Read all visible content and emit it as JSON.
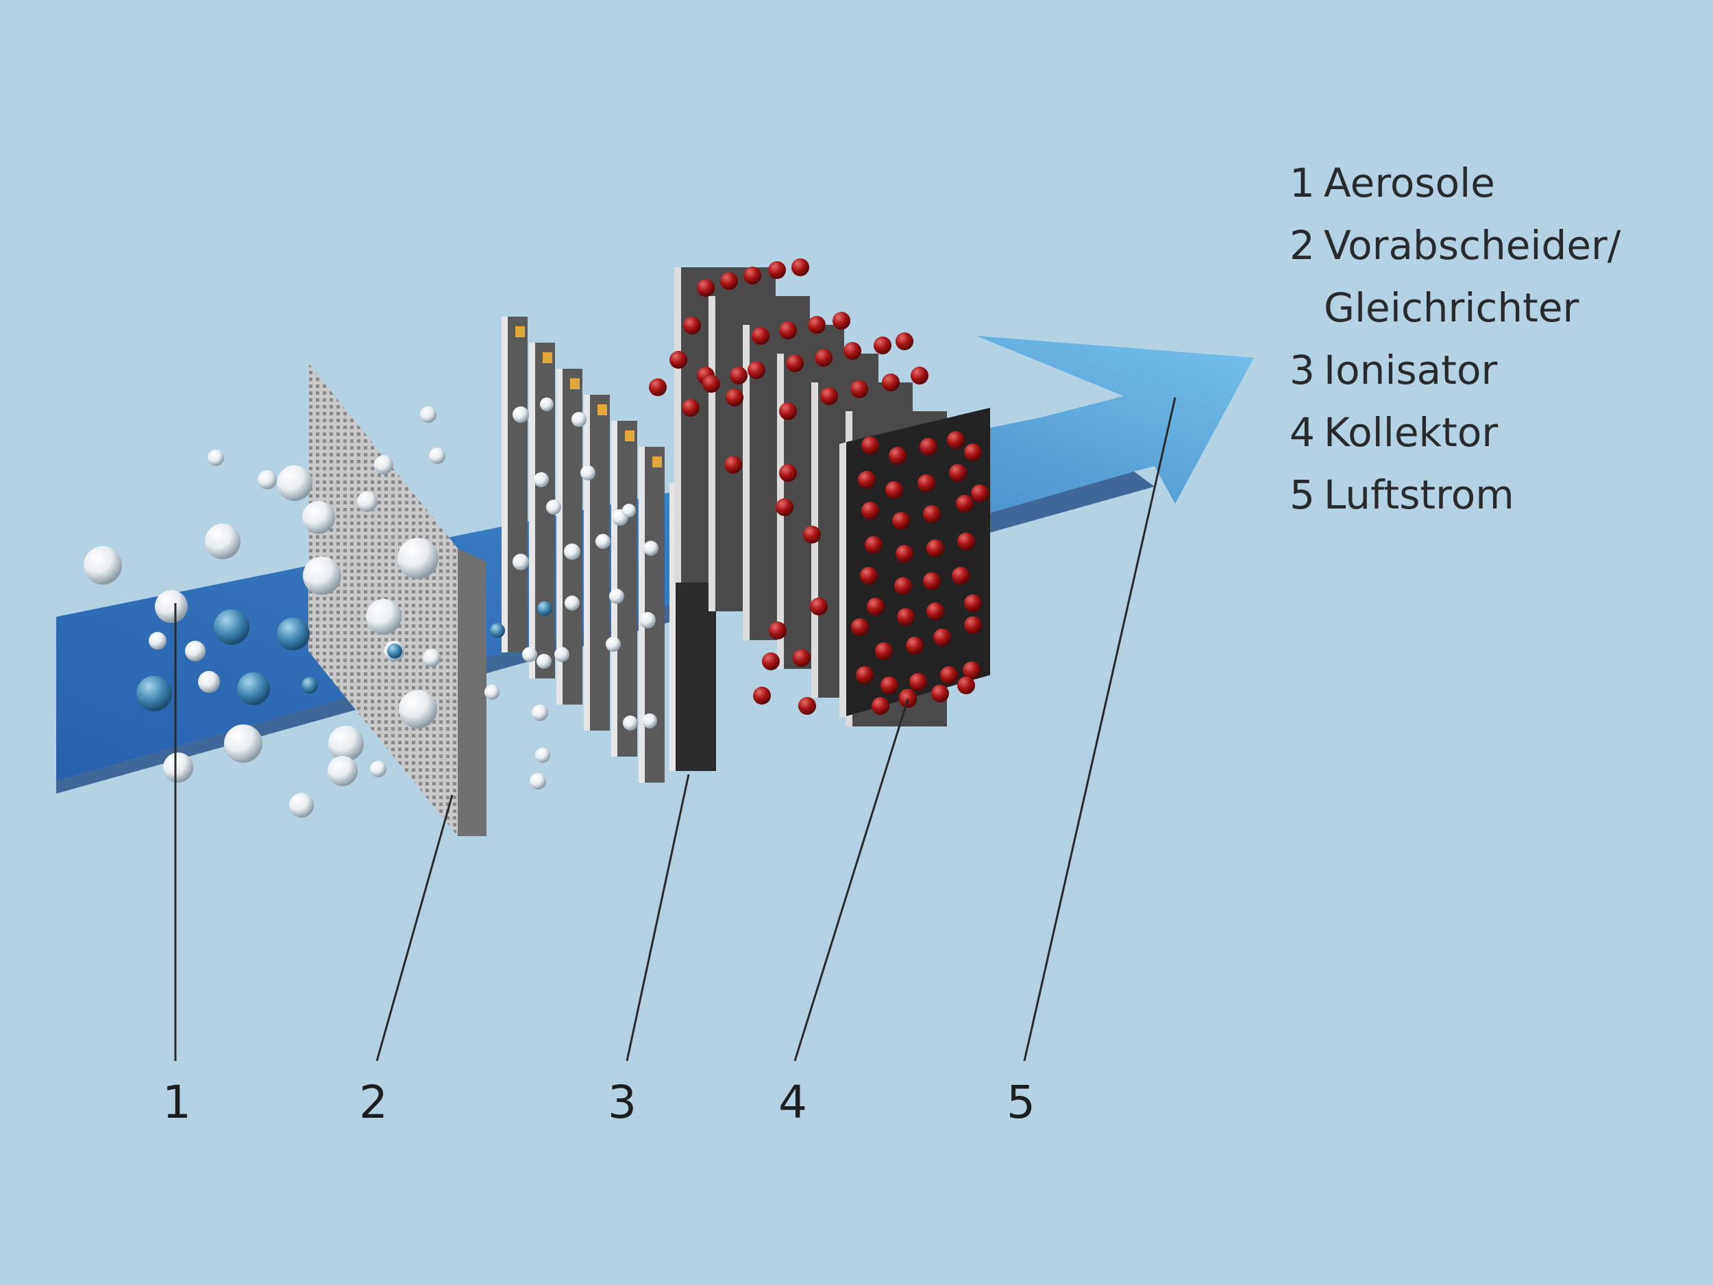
{
  "legend": {
    "items": [
      {
        "num": "1",
        "label": "Aerosole"
      },
      {
        "num": "2",
        "label": "Vorabscheider/",
        "continuation": "Gleichrichter"
      },
      {
        "num": "3",
        "label": "Ionisator"
      },
      {
        "num": "4",
        "label": "Kollektor"
      },
      {
        "num": "5",
        "label": "Luftstrom"
      }
    ]
  },
  "callouts": [
    "1",
    "2",
    "3",
    "4",
    "5"
  ],
  "colors": {
    "background": "#b3d2e3",
    "airflow_arrow": "#3f86c6",
    "particle_clean": "#ffffff",
    "particle_charged": "#9b1010",
    "ionizer_tip": "#e2a93a",
    "plate_dark": "#262626",
    "plate_light": "#dcdcdc"
  }
}
